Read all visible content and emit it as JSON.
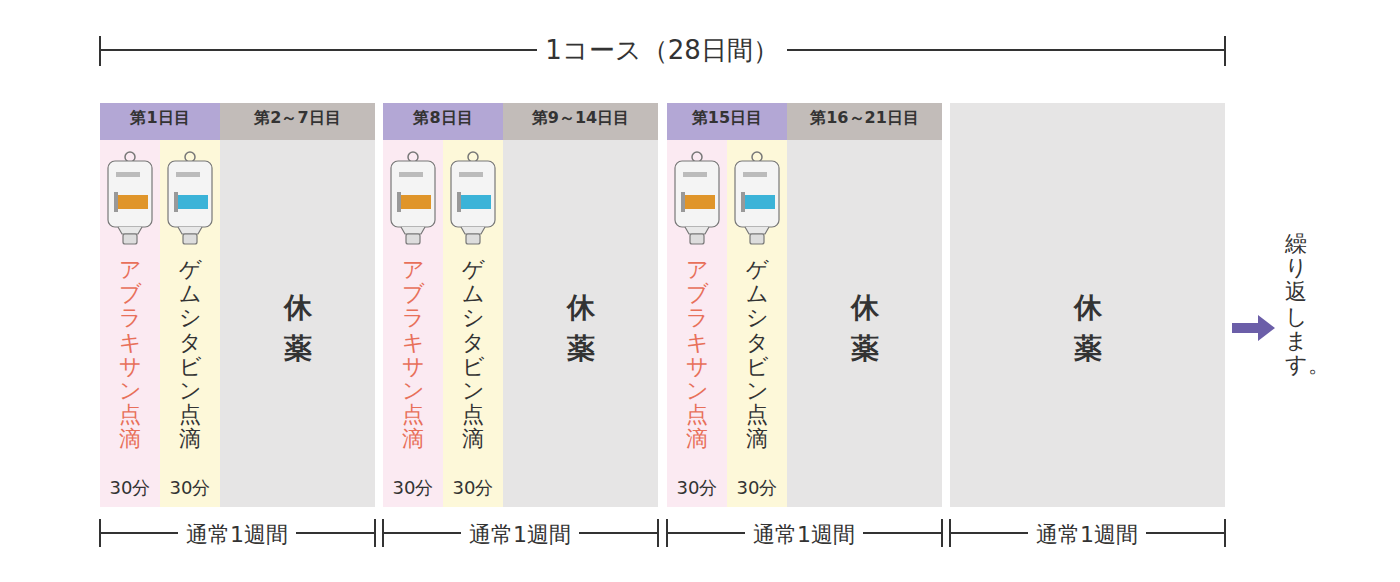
{
  "diagram": {
    "title": "1コース（28日間）",
    "nodes": [
      {
        "text": [
          "第1日目"
        ]
      },
      {
        "text": [
          "第2～7日目"
        ]
      },
      {
        "text": [
          "アブラキサン点滴",
          "30分"
        ]
      },
      {
        "text": [
          "ゲムシタビン点滴",
          "30分"
        ]
      },
      {
        "text": [
          "休薬"
        ]
      },
      {
        "text": [
          "第8日目"
        ]
      },
      {
        "text": [
          "第9～14日目"
        ]
      },
      {
        "text": [
          "アブラキサン点滴",
          "30分"
        ]
      },
      {
        "text": [
          "ゲムシタビン点滴",
          "30分"
        ]
      },
      {
        "text": [
          "休薬"
        ]
      },
      {
        "text": [
          "第15日目"
        ]
      },
      {
        "text": [
          "第16～21日目"
        ]
      },
      {
        "text": [
          "アブラキサン点滴",
          "30分"
        ]
      },
      {
        "text": [
          "ゲムシタビン点滴",
          "30分"
        ]
      },
      {
        "text": [
          "休薬"
        ]
      },
      {
        "text": [
          "休薬"
        ]
      }
    ],
    "labels": [
      "通常1週間",
      "通常1週間",
      "通常1週間",
      "通常1週間",
      "繰り返します。"
    ]
  }
}
